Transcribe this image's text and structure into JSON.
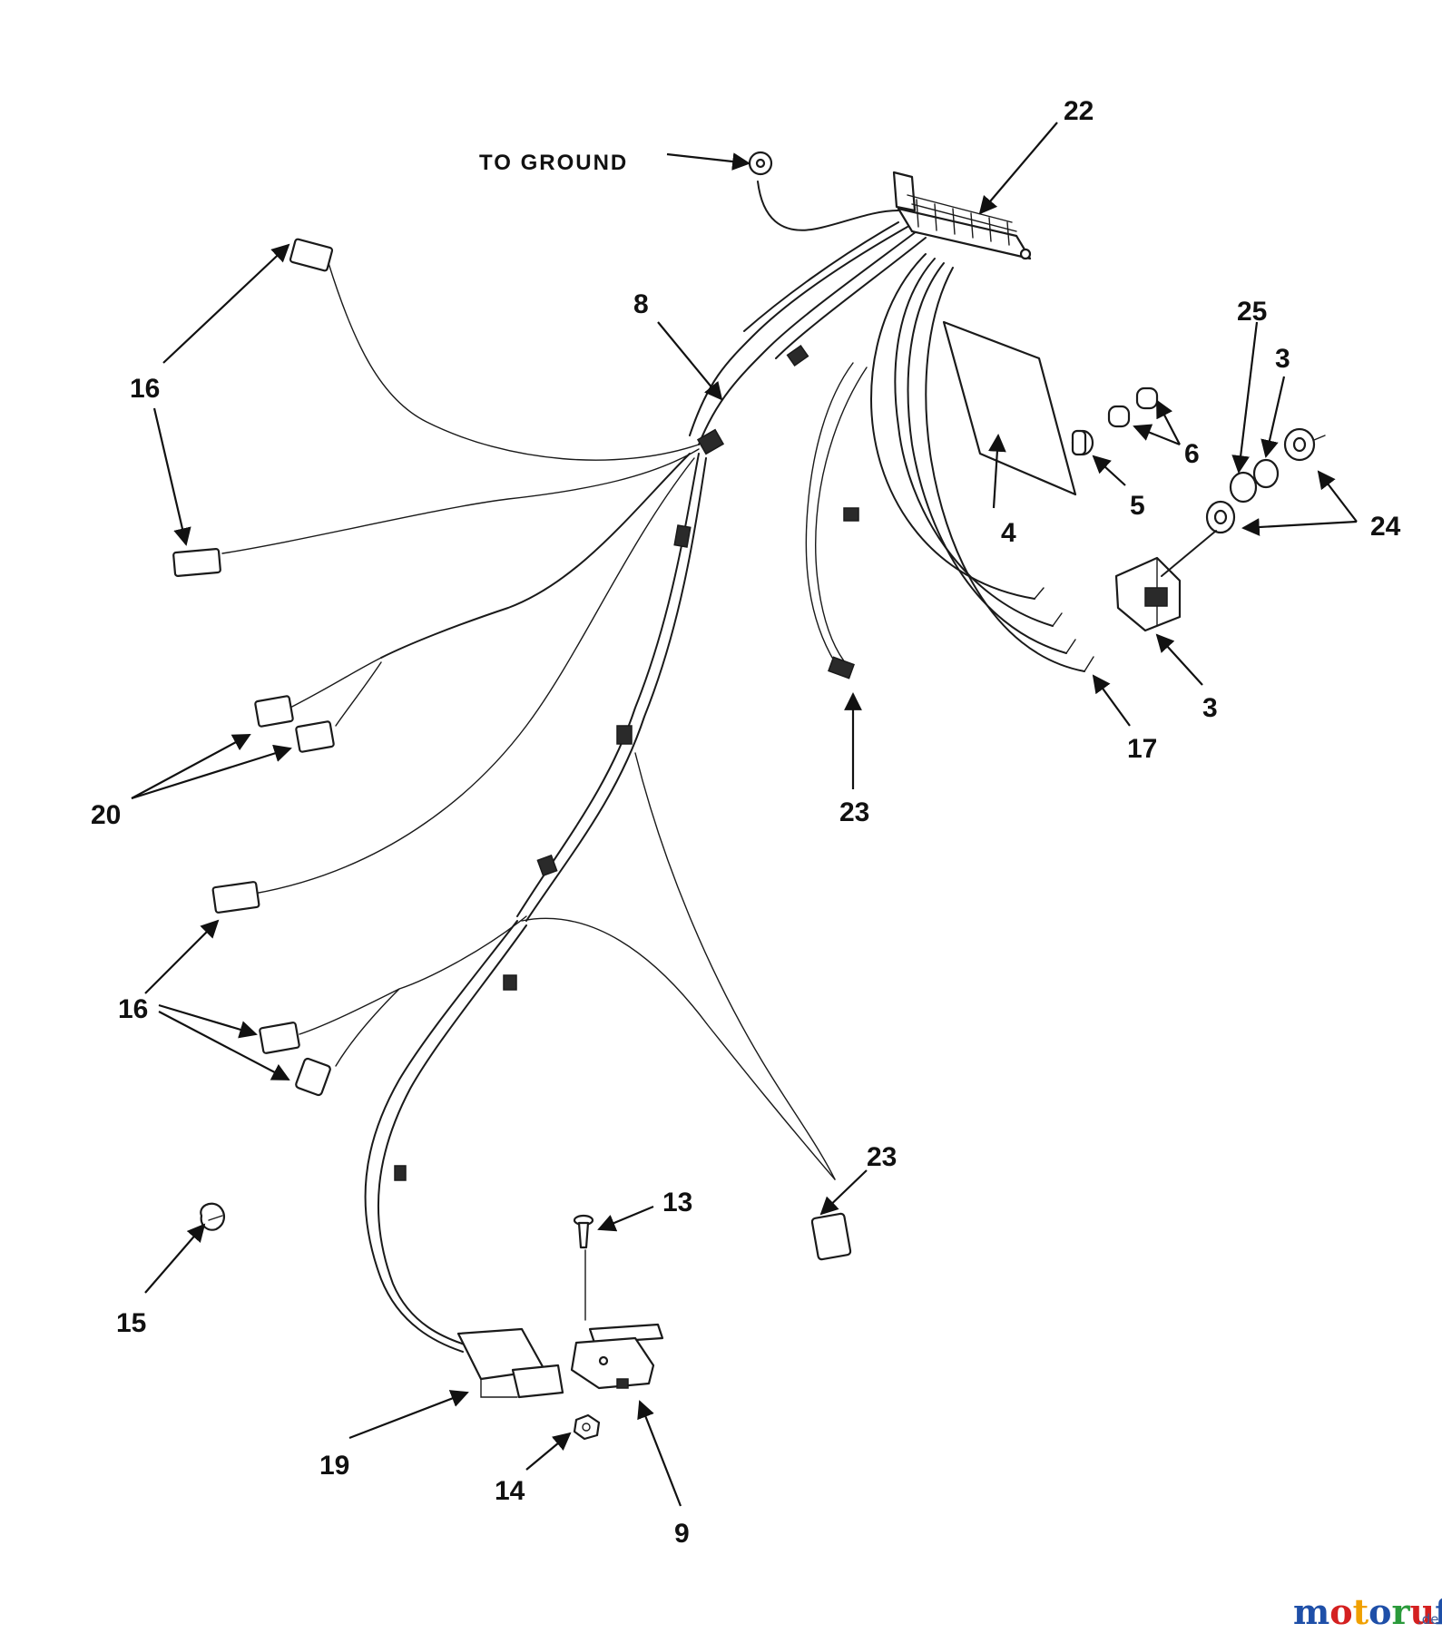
{
  "diagram": {
    "ground_label": "TO GROUND",
    "callouts": {
      "c22": "22",
      "c8": "8",
      "c16a": "16",
      "c25": "25",
      "c3a": "3",
      "c6": "6",
      "c4": "4",
      "c5": "5",
      "c24": "24",
      "c3b": "3",
      "c17": "17",
      "c23a": "23",
      "c20": "20",
      "c16b": "16",
      "c23b": "23",
      "c13": "13",
      "c15": "15",
      "c19": "19",
      "c14": "14",
      "c9": "9"
    }
  },
  "watermark": {
    "letters": [
      "m",
      "o",
      "t",
      "o",
      "r",
      "u",
      "f"
    ],
    "letter_colors": [
      "#1e4fa8",
      "#d42020",
      "#f0a000",
      "#1e4fa8",
      "#2a9a3a",
      "#d42020",
      "#1e4fa8"
    ],
    "suffix": ".de"
  }
}
